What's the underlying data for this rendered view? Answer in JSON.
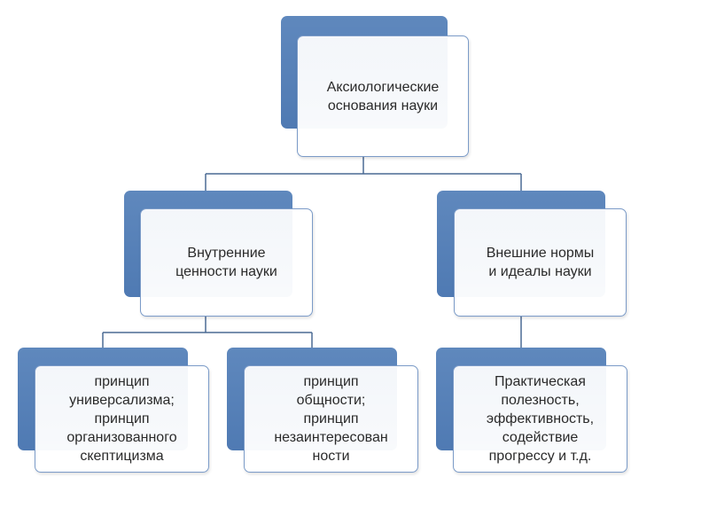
{
  "colors": {
    "accent": "#4f7ab3",
    "box_border": "#7b9bc8",
    "connector": "#4a6a94",
    "text": "#2a2a2a"
  },
  "root": {
    "label": "Аксиологические\nоснования науки"
  },
  "level2": {
    "left": {
      "label": "Внутренние\nценности науки"
    },
    "right": {
      "label": "Внешние нормы\nи идеалы науки"
    }
  },
  "level3": {
    "universalism": {
      "label": "принцип\nуниверсализма;\nпринцип\nорганизованного\nскептицизма"
    },
    "commonality": {
      "label": "принцип\nобщности;\nпринцип\nнезаинтересован\nности"
    },
    "practical": {
      "label": "Практическая\nполезность,\nэффективность,\nсодействие\nпрогрессу и т.д."
    }
  }
}
